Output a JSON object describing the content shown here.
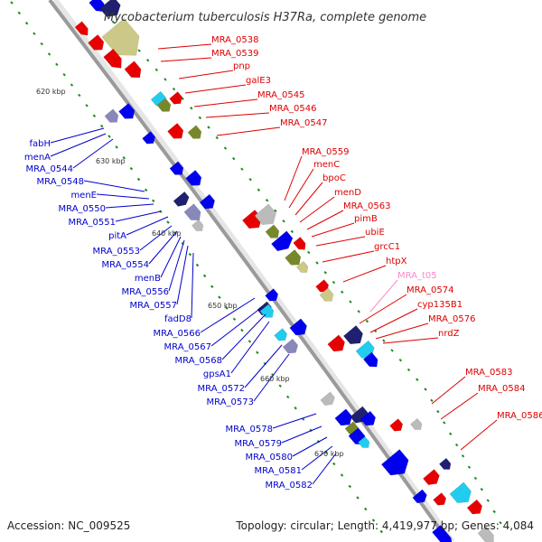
{
  "title": "Mycobacterium tuberculosis H37Ra, complete genome",
  "footer": {
    "accession": "Accession: NC_009525",
    "summary": "Topology: circular; Length: 4,419,977 bp; Genes: 4,084"
  },
  "colors": {
    "backbone": "#9a9a9a",
    "tick": "#1e8c1e",
    "label_right": "#dd0000",
    "label_left": "#0000cc",
    "label_trna": "#ff88cc",
    "feature_red": "#e80000",
    "feature_blue": "#0000ee",
    "feature_navy": "#202070",
    "feature_cyan": "#22ccee",
    "feature_olive": "#77882a",
    "feature_khaki": "#ccc888",
    "feature_gray": "#bbbbbb",
    "feature_lavender": "#8888bb"
  },
  "kbp_ticks": [
    "620 kbp",
    "630 kbp",
    "640 kbp",
    "650 kbp",
    "660 kbp",
    "670 kbp"
  ],
  "labels_right": [
    "MRA_0538",
    "MRA_0539",
    "pnp",
    "galE3",
    "MRA_0545",
    "MRA_0546",
    "MRA_0547",
    "MRA_0559",
    "menC",
    "bpoC",
    "menD",
    "MRA_0563",
    "pimB",
    "ubiE",
    "grcC1",
    "htpX",
    "MRA_t05",
    "MRA_0574",
    "cyp135B1",
    "MRA_0576",
    "nrdZ",
    "MRA_0583",
    "MRA_0584",
    "MRA_0586"
  ],
  "labels_left": [
    "fabH",
    "menA",
    "MRA_0544",
    "MRA_0548",
    "menE",
    "MRA_0550",
    "MRA_0551",
    "pitA",
    "MRA_0553",
    "MRA_0554",
    "menB",
    "MRA_0556",
    "MRA_0557",
    "fadD8",
    "MRA_0566",
    "MRA_0567",
    "MRA_0568",
    "gpsA1",
    "MRA_0572",
    "MRA_0573",
    "MRA_0578",
    "MRA_0579",
    "MRA_0580",
    "MRA_0581",
    "MRA_0582"
  ]
}
